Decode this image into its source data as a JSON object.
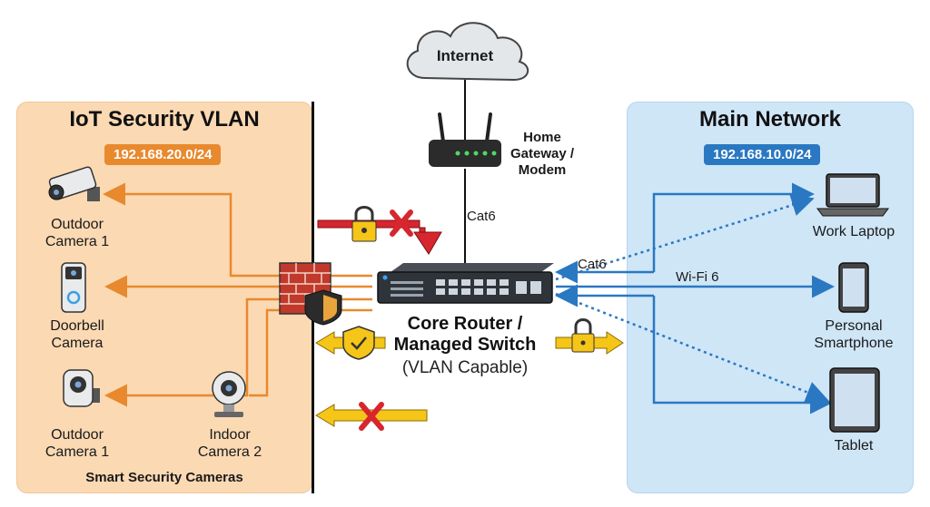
{
  "internet": {
    "label": "Internet"
  },
  "gateway": {
    "label_lines": [
      "Home",
      "Gateway /",
      "Modem"
    ]
  },
  "uplink": {
    "cable_label": "Cat6"
  },
  "core": {
    "title_lines": [
      "Core Router /",
      "Managed Switch"
    ],
    "subtitle": "(VLAN Capable)"
  },
  "iot_vlan": {
    "title": "IoT Security VLAN",
    "subnet": "192.168.20.0/24",
    "footer": "Smart Security Cameras",
    "devices": [
      {
        "label_lines": [
          "Outdoor",
          "Camera 1"
        ],
        "icon": "bullet-camera-icon"
      },
      {
        "label_lines": [
          "Doorbell",
          "Camera"
        ],
        "icon": "doorbell-camera-icon"
      },
      {
        "label_lines": [
          "Outdoor",
          "Camera 1"
        ],
        "icon": "dome-camera-icon"
      },
      {
        "label_lines": [
          "Indoor",
          "Camera 2"
        ],
        "icon": "indoor-camera-icon"
      }
    ]
  },
  "main_network": {
    "title": "Main Network",
    "subnet": "192.168.10.0/24",
    "wired_label": "Cat6",
    "wireless_label": "Wi-Fi 6",
    "devices": [
      {
        "label": "Work Laptop",
        "icon": "laptop-icon"
      },
      {
        "label_lines": [
          "Personal",
          "Smartphone"
        ],
        "icon": "smartphone-icon"
      },
      {
        "label": "Tablet",
        "icon": "tablet-icon"
      }
    ]
  },
  "colors": {
    "iot_panel": "#fbd9b3",
    "main_panel": "#cfe6f7",
    "iot_accent": "#e8892e",
    "main_accent": "#2a78c2",
    "blocked": "#d7262e",
    "allowed": "#f5c518"
  }
}
